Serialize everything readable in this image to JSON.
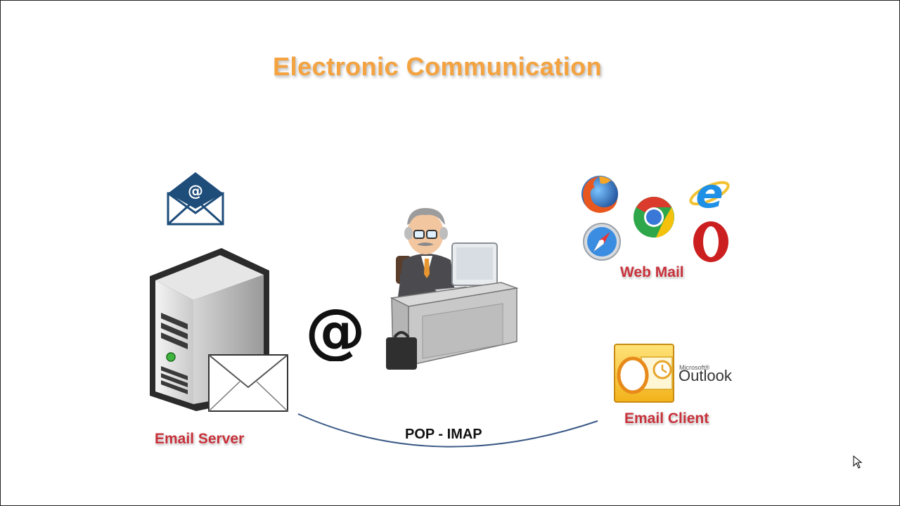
{
  "title": "Electronic Communication",
  "labels": {
    "email_server": "Email Server",
    "web_mail": "Web Mail",
    "email_client": "Email Client",
    "protocol": "POP - IMAP",
    "outlook_brand_small": "Microsoft®",
    "outlook_brand": "Outlook"
  },
  "icons": [
    "envelope-at-icon",
    "server-icon",
    "at-sign-icon",
    "user-at-desk-icon",
    "firefox-icon",
    "chrome-icon",
    "ie-icon",
    "safari-icon",
    "opera-icon",
    "outlook-icon",
    "cursor-icon"
  ],
  "colors": {
    "title": "#f4a340",
    "labels": "#c8303a",
    "connector": "#3b5a86"
  }
}
